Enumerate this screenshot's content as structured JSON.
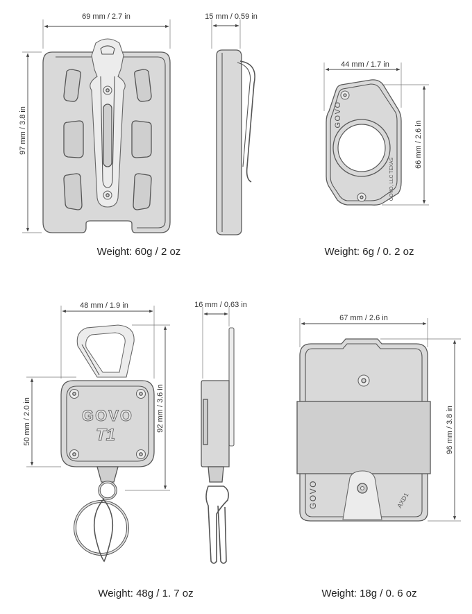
{
  "diagrams": {
    "holster": {
      "width_label": "69 mm / 2.7 in",
      "height_label": "97 mm / 3.8 in",
      "depth_label": "15 mm / 0.59 in",
      "weight": "Weight: 60g / 2 oz"
    },
    "tag": {
      "width_label": "44 mm / 1.7 in",
      "height_label": "66 mm / 2.6 in",
      "weight": "Weight: 6g / 0. 2 oz",
      "brand": "GOVO",
      "engraving": "GOVO, LLC TEXAS"
    },
    "reel": {
      "width_label": "48 mm / 1.9 in",
      "body_height_label": "50 mm / 2.0 in",
      "height_label": "92 mm / 3.6 in",
      "depth_label": "16 mm / 0.63 in",
      "weight": "Weight: 48g / 1. 7 oz",
      "brand": "GOVO",
      "model": "T1"
    },
    "wallet": {
      "width_label": "67 mm / 2.6 in",
      "height_label": "96 mm / 3.8 in",
      "weight": "Weight: 18g / 0. 6 oz",
      "brand": "GOVO",
      "model": "AXD1"
    }
  }
}
